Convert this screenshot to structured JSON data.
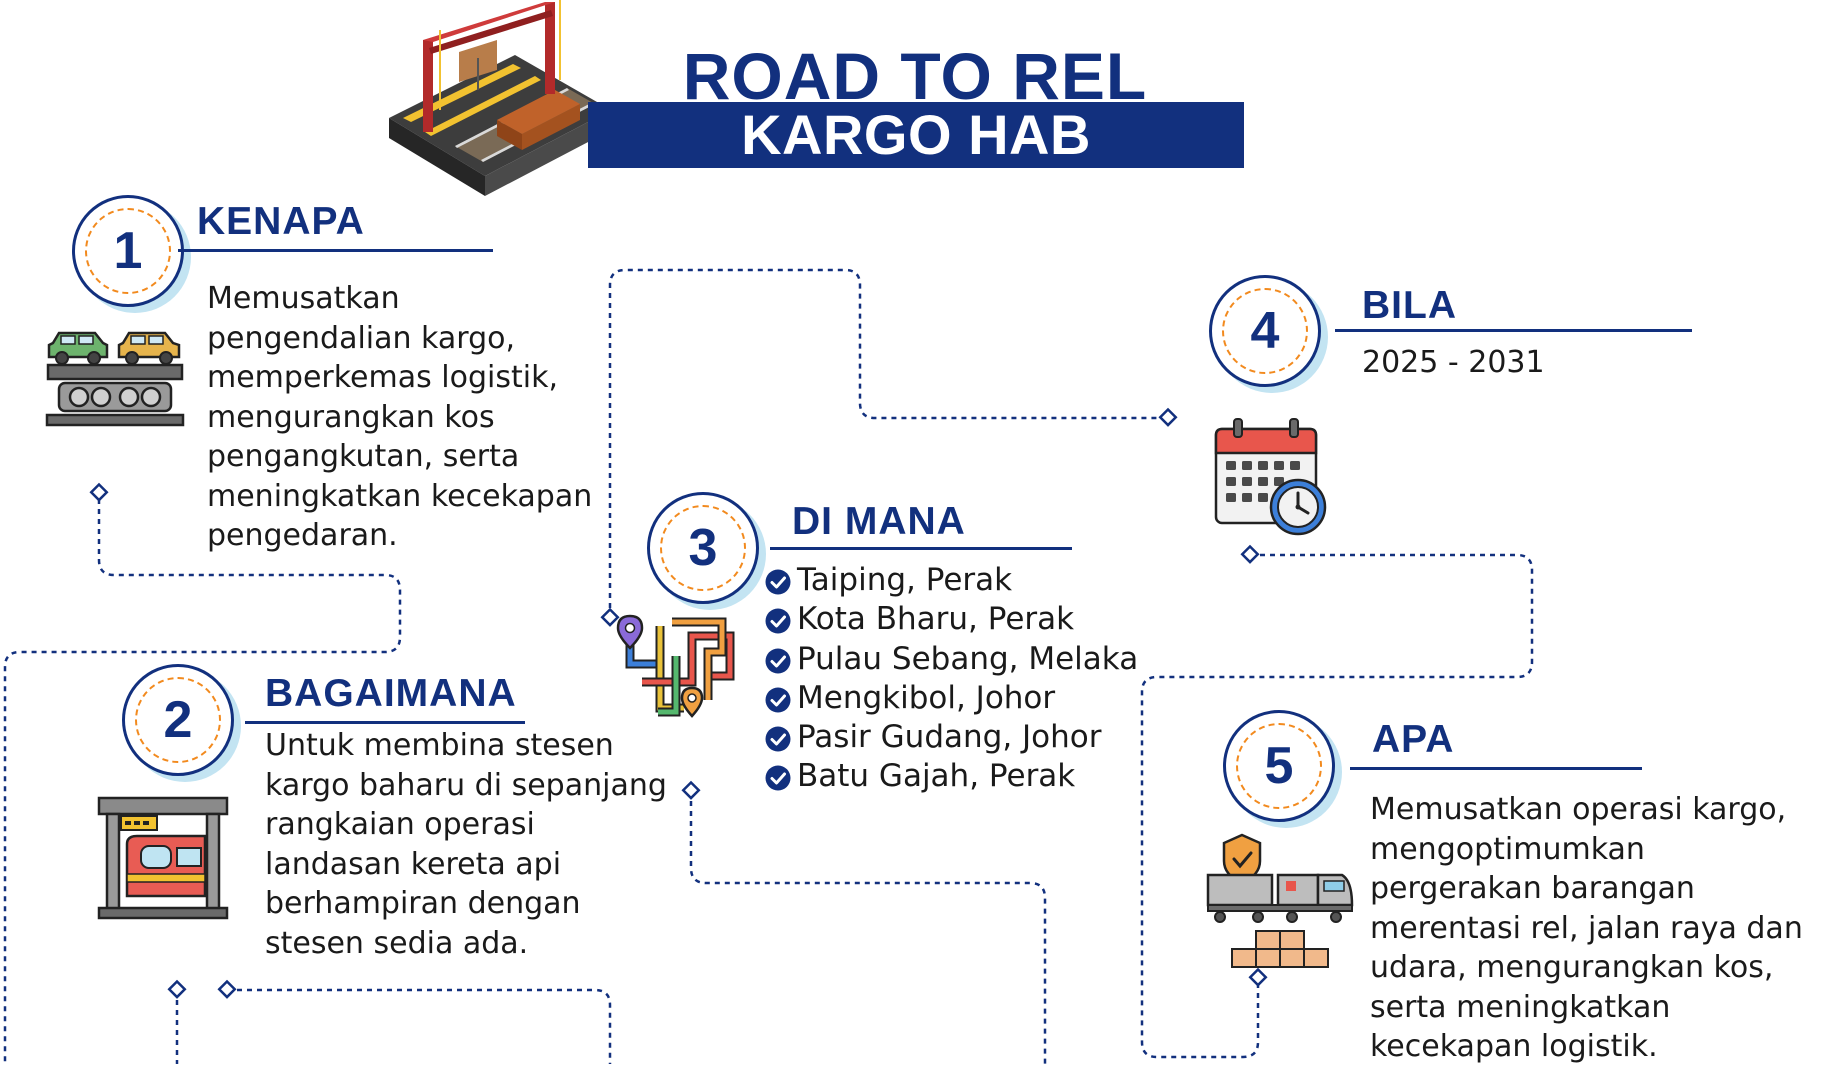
{
  "header": {
    "title_line1": "ROAD TO REL",
    "title_line2": "KARGO HAB TERMINAL"
  },
  "colors": {
    "navy": "#12307e",
    "orange": "#f28a1e",
    "light_blue": "#c3e4f2"
  },
  "sections": [
    {
      "number": "1",
      "heading": "KENAPA",
      "text": "Memusatkan pengendalian kargo, memperkemas logistik, mengurangkan kos pengangkutan, serta meningkatkan kecekapan pengedaran.",
      "icon": "car-carrier-railcar-icon"
    },
    {
      "number": "2",
      "heading": "BAGAIMANA",
      "text": "Untuk membina stesen kargo baharu di sepanjang rangkaian operasi landasan kereta api berhampiran dengan stesen sedia ada.",
      "icon": "train-station-icon"
    },
    {
      "number": "3",
      "heading": "DI MANA",
      "locations": [
        "Taiping, Perak",
        "Kota Bharu, Perak",
        "Pulau Sebang, Melaka",
        "Mengkibol, Johor",
        "Pasir Gudang, Johor",
        "Batu Gajah, Perak"
      ],
      "icon": "route-map-icon"
    },
    {
      "number": "4",
      "heading": "BILA",
      "text": "2025 - 2031",
      "icon": "calendar-clock-icon"
    },
    {
      "number": "5",
      "heading": "APA",
      "text": "Memusatkan operasi kargo, mengoptimumkan pergerakan barangan merentasi rel, jalan raya dan udara, mengurangkan kos, serta meningkatkan kecekapan logistik.",
      "icon": "cargo-train-shield-icon"
    }
  ]
}
